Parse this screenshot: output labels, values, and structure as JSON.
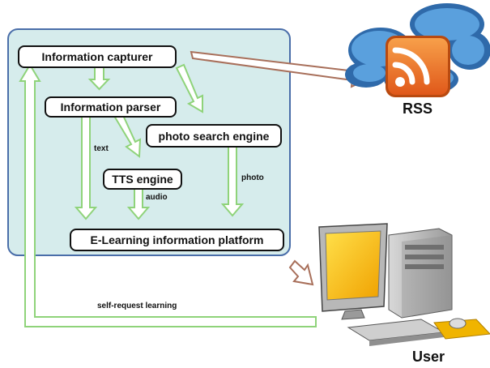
{
  "nodes": {
    "capturer": "Information capturer",
    "parser": "Information parser",
    "photo_search": "photo search engine",
    "tts": "TTS engine",
    "platform": "E-Learning information platform"
  },
  "edge_labels": {
    "text": "text",
    "audio": "audio",
    "photo": "photo",
    "self_request": "self-request learning"
  },
  "external": {
    "rss": "RSS",
    "user": "User"
  },
  "colors": {
    "panel_fill": "#d6ecec",
    "panel_border": "#4a6ea9",
    "arrow_green": "#8fd37a",
    "arrow_brown": "#a86f5a",
    "rss_orange": "#e8681e",
    "cloud_blue": "#3f7fc0"
  },
  "icons": [
    "rss-icon",
    "cloud-icon",
    "computer-icon"
  ]
}
